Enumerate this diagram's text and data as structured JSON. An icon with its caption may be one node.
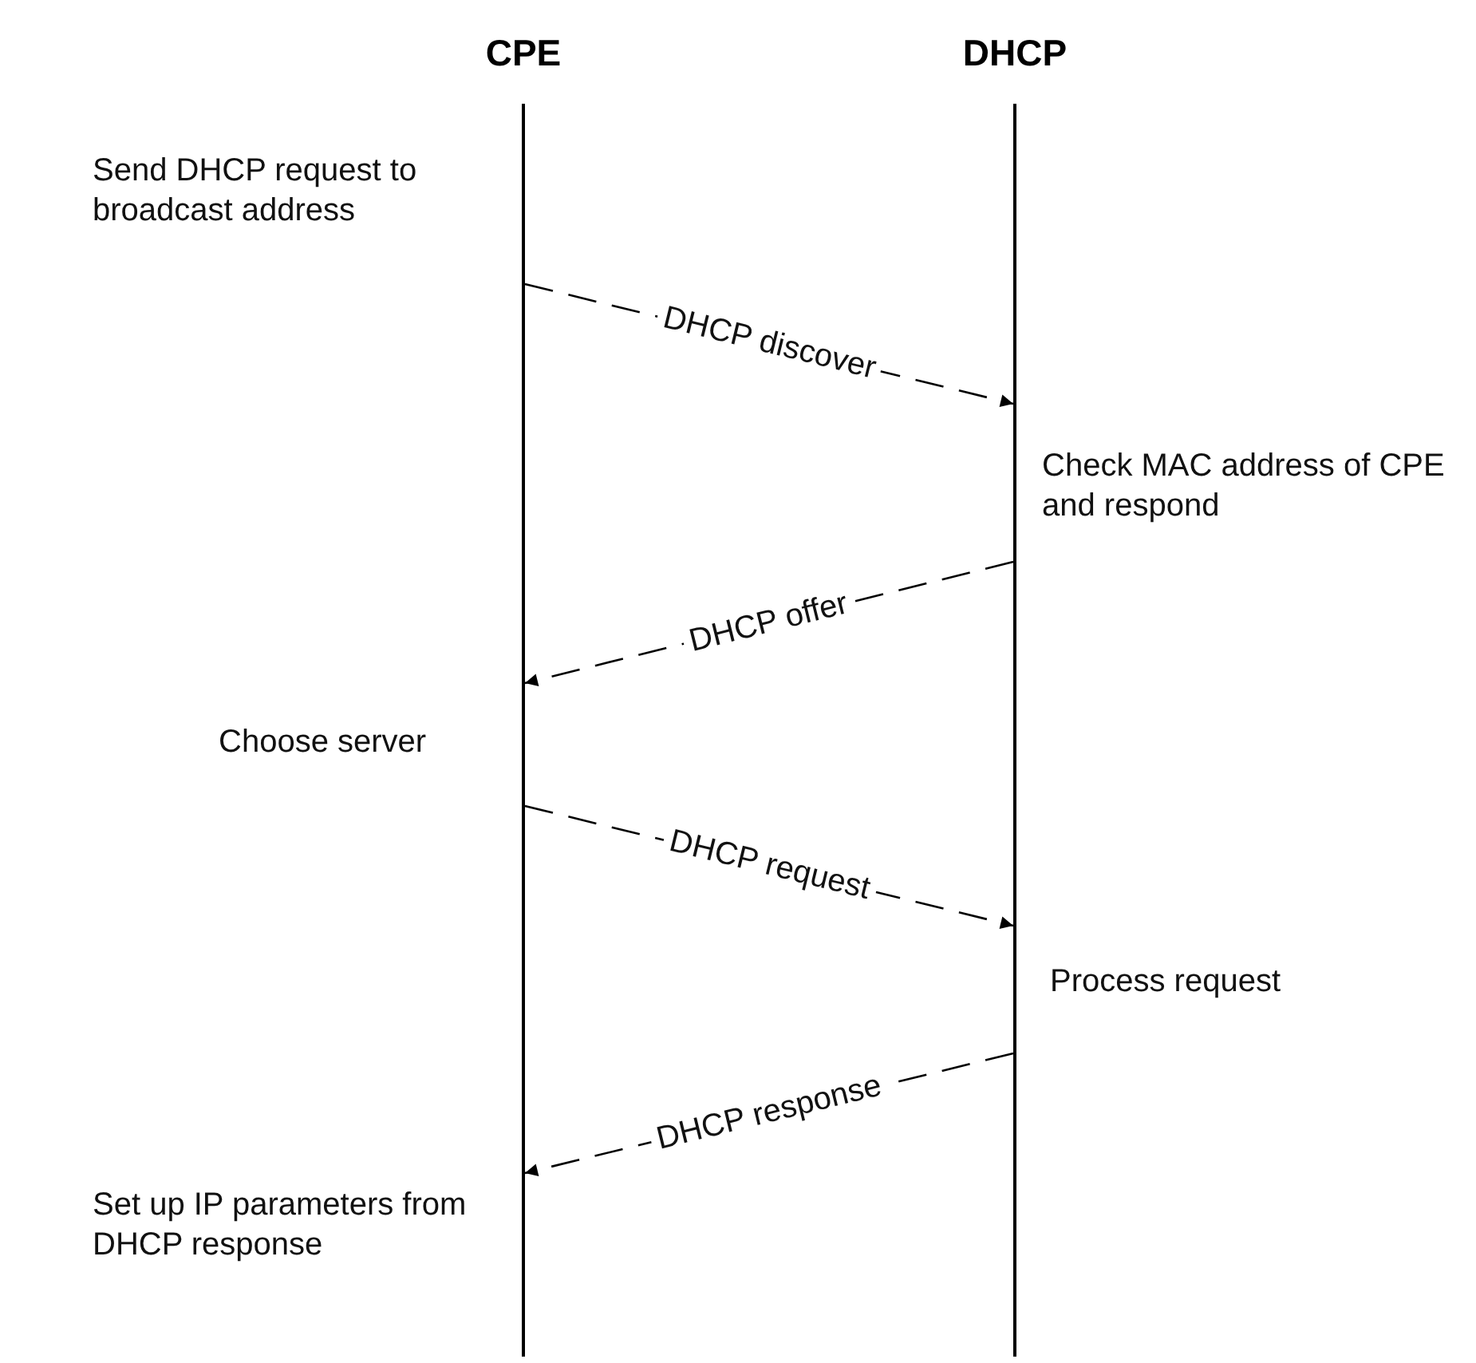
{
  "diagram": {
    "nodes": [
      {
        "text": [
          "CPE"
        ]
      },
      {
        "text": [
          "DHCP"
        ]
      }
    ],
    "edges": [
      {
        "from": 0,
        "to": 1,
        "arrow": "to",
        "style": "dashed",
        "label": "DHCP discover"
      },
      {
        "from": 1,
        "to": 0,
        "arrow": "to",
        "style": "dashed",
        "label": "DHCP offer"
      },
      {
        "from": 0,
        "to": 1,
        "arrow": "to",
        "style": "dashed",
        "label": "DHCP request"
      },
      {
        "from": 1,
        "to": 0,
        "arrow": "to",
        "style": "dashed",
        "label": "DHCP response"
      }
    ],
    "labels": [
      "Send DHCP request to broadcast address",
      "Check MAC address of CPE and respond",
      "Choose server",
      "Process request",
      "Set up IP parameters from DHCP response"
    ]
  }
}
